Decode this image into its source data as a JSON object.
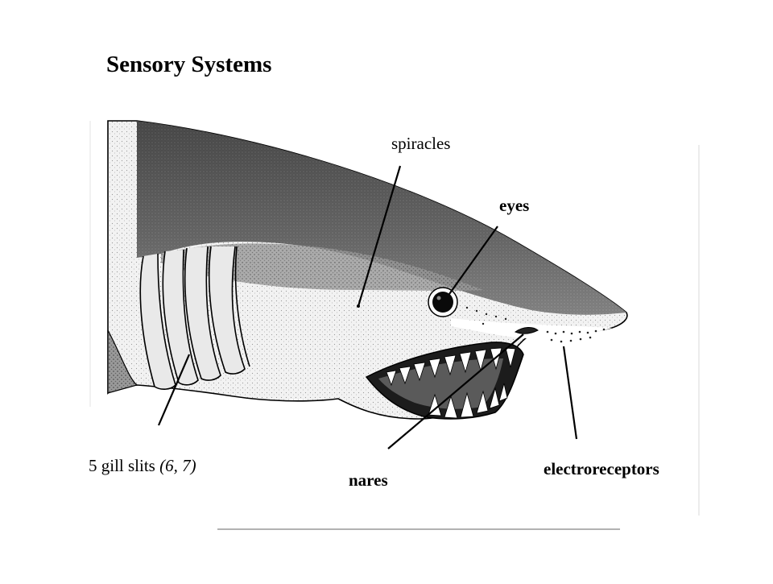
{
  "title": "Sensory Systems",
  "labels": {
    "spiracles": "spiracles",
    "eyes": "eyes",
    "gill_slits_main": "5 gill slits",
    "gill_slits_ref": "(6, 7)",
    "nares": "nares",
    "electroreceptors": "electroreceptors"
  },
  "colors": {
    "ink": "#000000",
    "dark_shading": "#3a3a3a",
    "mid_shading": "#8a8a8a",
    "light_shading": "#d9d9d9",
    "background": "#ffffff"
  }
}
